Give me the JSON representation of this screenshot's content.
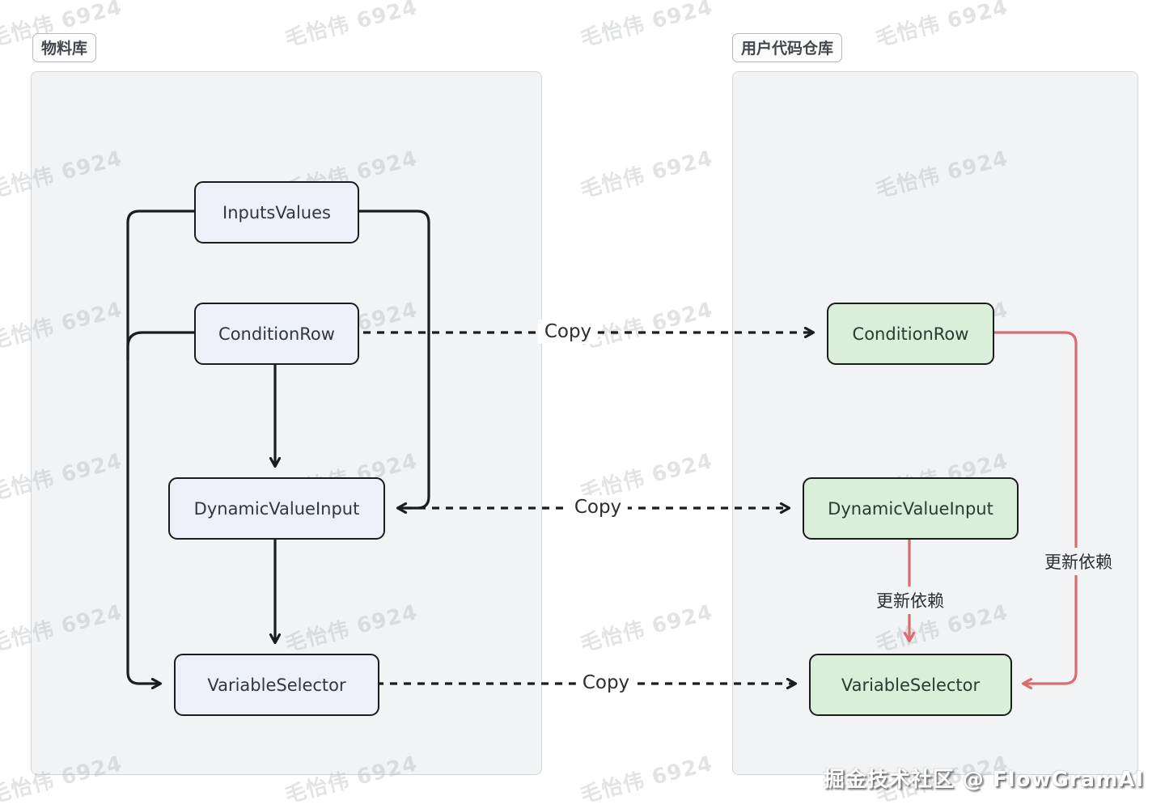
{
  "diagram": {
    "left_panel": {
      "title": "物料库",
      "nodes": [
        {
          "id": "inputs-values",
          "label": "InputsValues"
        },
        {
          "id": "condition-row",
          "label": "ConditionRow"
        },
        {
          "id": "dynamic-value-input",
          "label": "DynamicValueInput"
        },
        {
          "id": "variable-selector",
          "label": "VariableSelector"
        }
      ]
    },
    "right_panel": {
      "title": "用户代码仓库",
      "nodes": [
        {
          "id": "condition-row",
          "label": "ConditionRow"
        },
        {
          "id": "dynamic-value-input",
          "label": "DynamicValueInput"
        },
        {
          "id": "variable-selector",
          "label": "VariableSelector"
        }
      ]
    },
    "edge_labels": {
      "copy": "Copy",
      "update_dependency": "更新依赖"
    }
  },
  "watermark": {
    "text": "毛怡伟 6924"
  },
  "footer": {
    "credit": "掘金技术社区 @ FlowGramAI"
  },
  "colors": {
    "page_bg": "#ffffff",
    "panel_bg": "#f2f3f4",
    "panel_border": "#d4d6d9",
    "node_left_fill": "#edf0f9",
    "node_right_fill": "#daeeda",
    "node_border": "#1b1c1e",
    "node_left_text": "#33363f",
    "node_right_text": "#2b3b31",
    "edge_black": "#1b1c1e",
    "edge_red": "#d96c6c",
    "label_text": "#2c2e31",
    "badge_text": "#43474d",
    "badge_border": "#b6b9bd",
    "watermark_text": "#b9bdc2",
    "footer_text": "#ffffff"
  }
}
